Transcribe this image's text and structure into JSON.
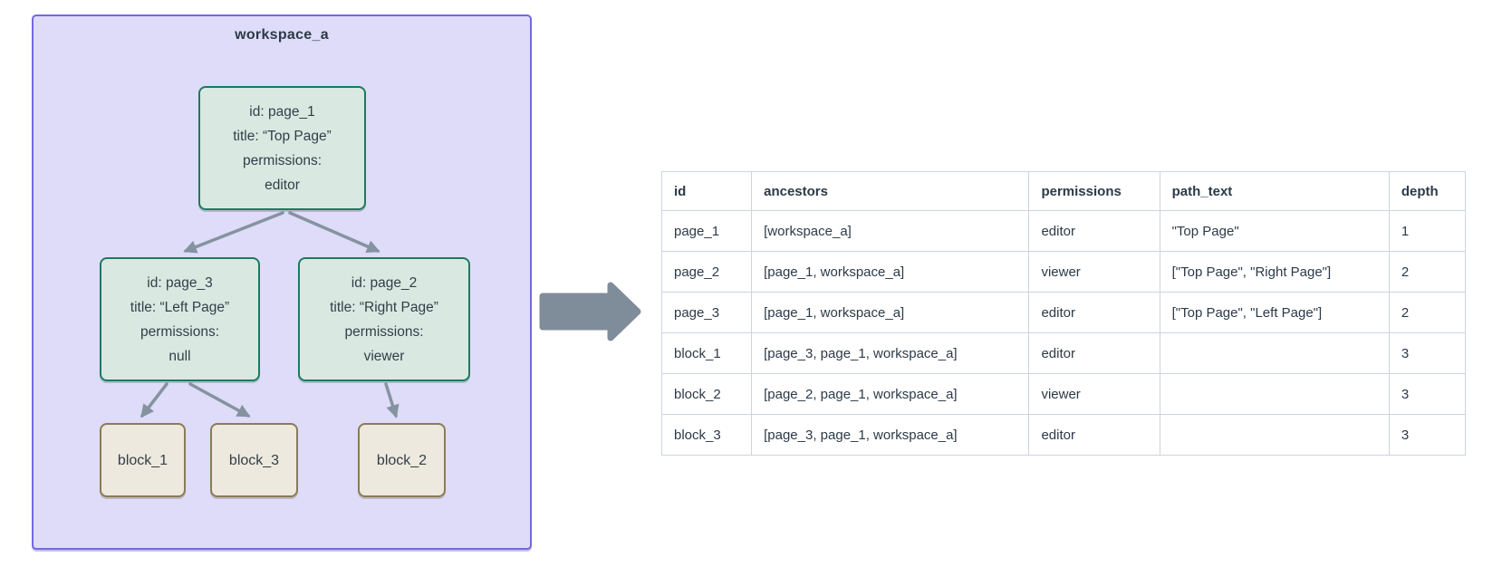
{
  "diagram": {
    "workspace_label": "workspace_a",
    "nodes": {
      "page_1": {
        "lines": [
          "id: page_1",
          "title: “Top Page”",
          "permissions:",
          "editor"
        ]
      },
      "page_3": {
        "lines": [
          "id: page_3",
          "title: “Left Page”",
          "permissions:",
          "null"
        ]
      },
      "page_2": {
        "lines": [
          "id: page_2",
          "title: “Right Page”",
          "permissions:",
          "viewer"
        ]
      },
      "block_1": {
        "label": "block_1"
      },
      "block_3": {
        "label": "block_3"
      },
      "block_2": {
        "label": "block_2"
      }
    },
    "colors": {
      "workspace_fill": "#dedcf8",
      "workspace_border": "#7568e2",
      "page_fill": "#d9e9e2",
      "page_border": "#1d7a60",
      "block_fill": "#ede9de",
      "block_border": "#8a7c55",
      "edge_arrow": "#8593a0",
      "transform_arrow": "#7f8c99",
      "table_border": "#ccd5dd",
      "text": "#2c3a48"
    }
  },
  "table": {
    "headers": [
      "id",
      "ancestors",
      "permissions",
      "path_text",
      "depth"
    ],
    "rows": [
      [
        "page_1",
        "[workspace_a]",
        "editor",
        "\"Top Page\"",
        "1"
      ],
      [
        "page_2",
        "[page_1, workspace_a]",
        "viewer",
        "[\"Top Page\", \"Right Page\"]",
        "2"
      ],
      [
        "page_3",
        "[page_1, workspace_a]",
        "editor",
        "[\"Top Page\", \"Left Page\"]",
        "2"
      ],
      [
        "block_1",
        "[page_3, page_1, workspace_a]",
        "editor",
        "",
        "3"
      ],
      [
        "block_2",
        "[page_2, page_1, workspace_a]",
        "viewer",
        "",
        "3"
      ],
      [
        "block_3",
        "[page_3, page_1, workspace_a]",
        "editor",
        "",
        "3"
      ]
    ]
  }
}
